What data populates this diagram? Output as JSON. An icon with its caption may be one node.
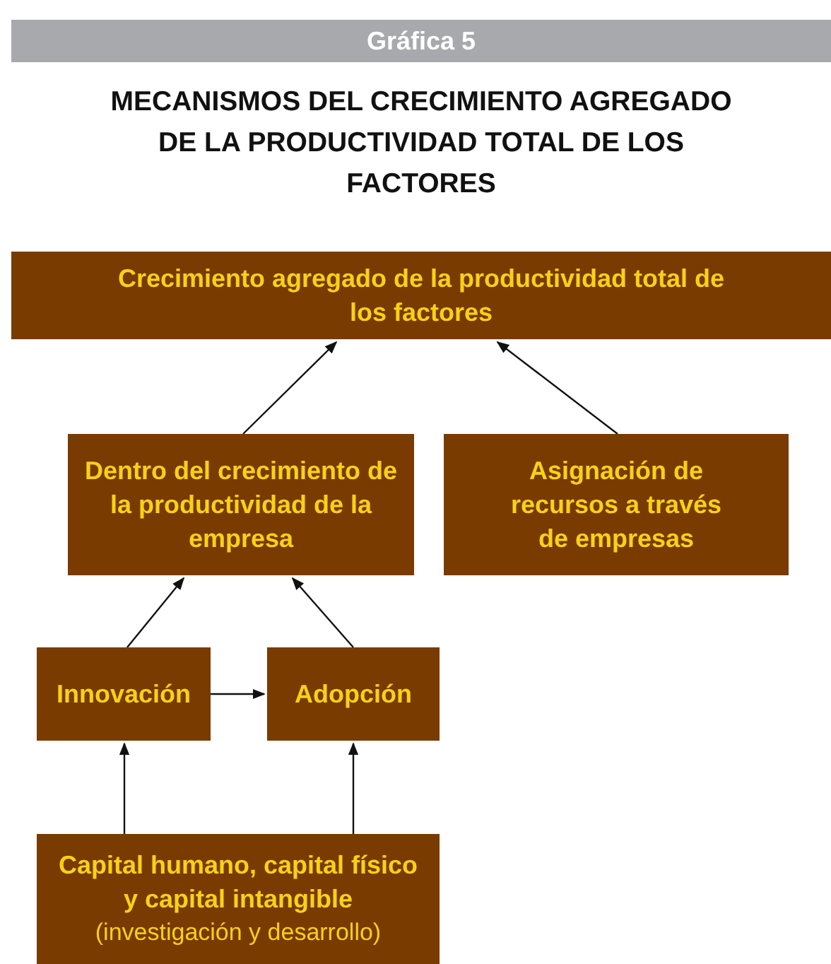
{
  "diagram": {
    "title": "MECANISMOS DEL CRECIMIENTO AGREGADO DE LA PRODUCTIVIDAD TOTAL DE LOS FACTORES",
    "nodes": [
      {
        "text": [
          "Crecimiento agregado de la productividad total de los factores"
        ]
      },
      {
        "text": [
          "Dentro del crecimiento de la productividad de la empresa"
        ]
      },
      {
        "text": [
          "Asignación de recursos a través de empresas"
        ]
      },
      {
        "text": [
          "Innovación"
        ]
      },
      {
        "text": [
          "Adopción"
        ]
      },
      {
        "text": [
          "Capital humano, capital físico y capital intangible",
          "(investigación y desarrollo)"
        ]
      }
    ],
    "edges": [
      {
        "from": 1,
        "to": 0,
        "arrow": "to"
      },
      {
        "from": 2,
        "to": 0,
        "arrow": "to"
      },
      {
        "from": 3,
        "to": 1,
        "arrow": "to"
      },
      {
        "from": 4,
        "to": 1,
        "arrow": "to"
      },
      {
        "from": 3,
        "to": 4,
        "arrow": "to"
      },
      {
        "from": 5,
        "to": 3,
        "arrow": "to"
      },
      {
        "from": 5,
        "to": 4,
        "arrow": "to"
      }
    ],
    "labels": [
      "Gráfica 5"
    ]
  }
}
